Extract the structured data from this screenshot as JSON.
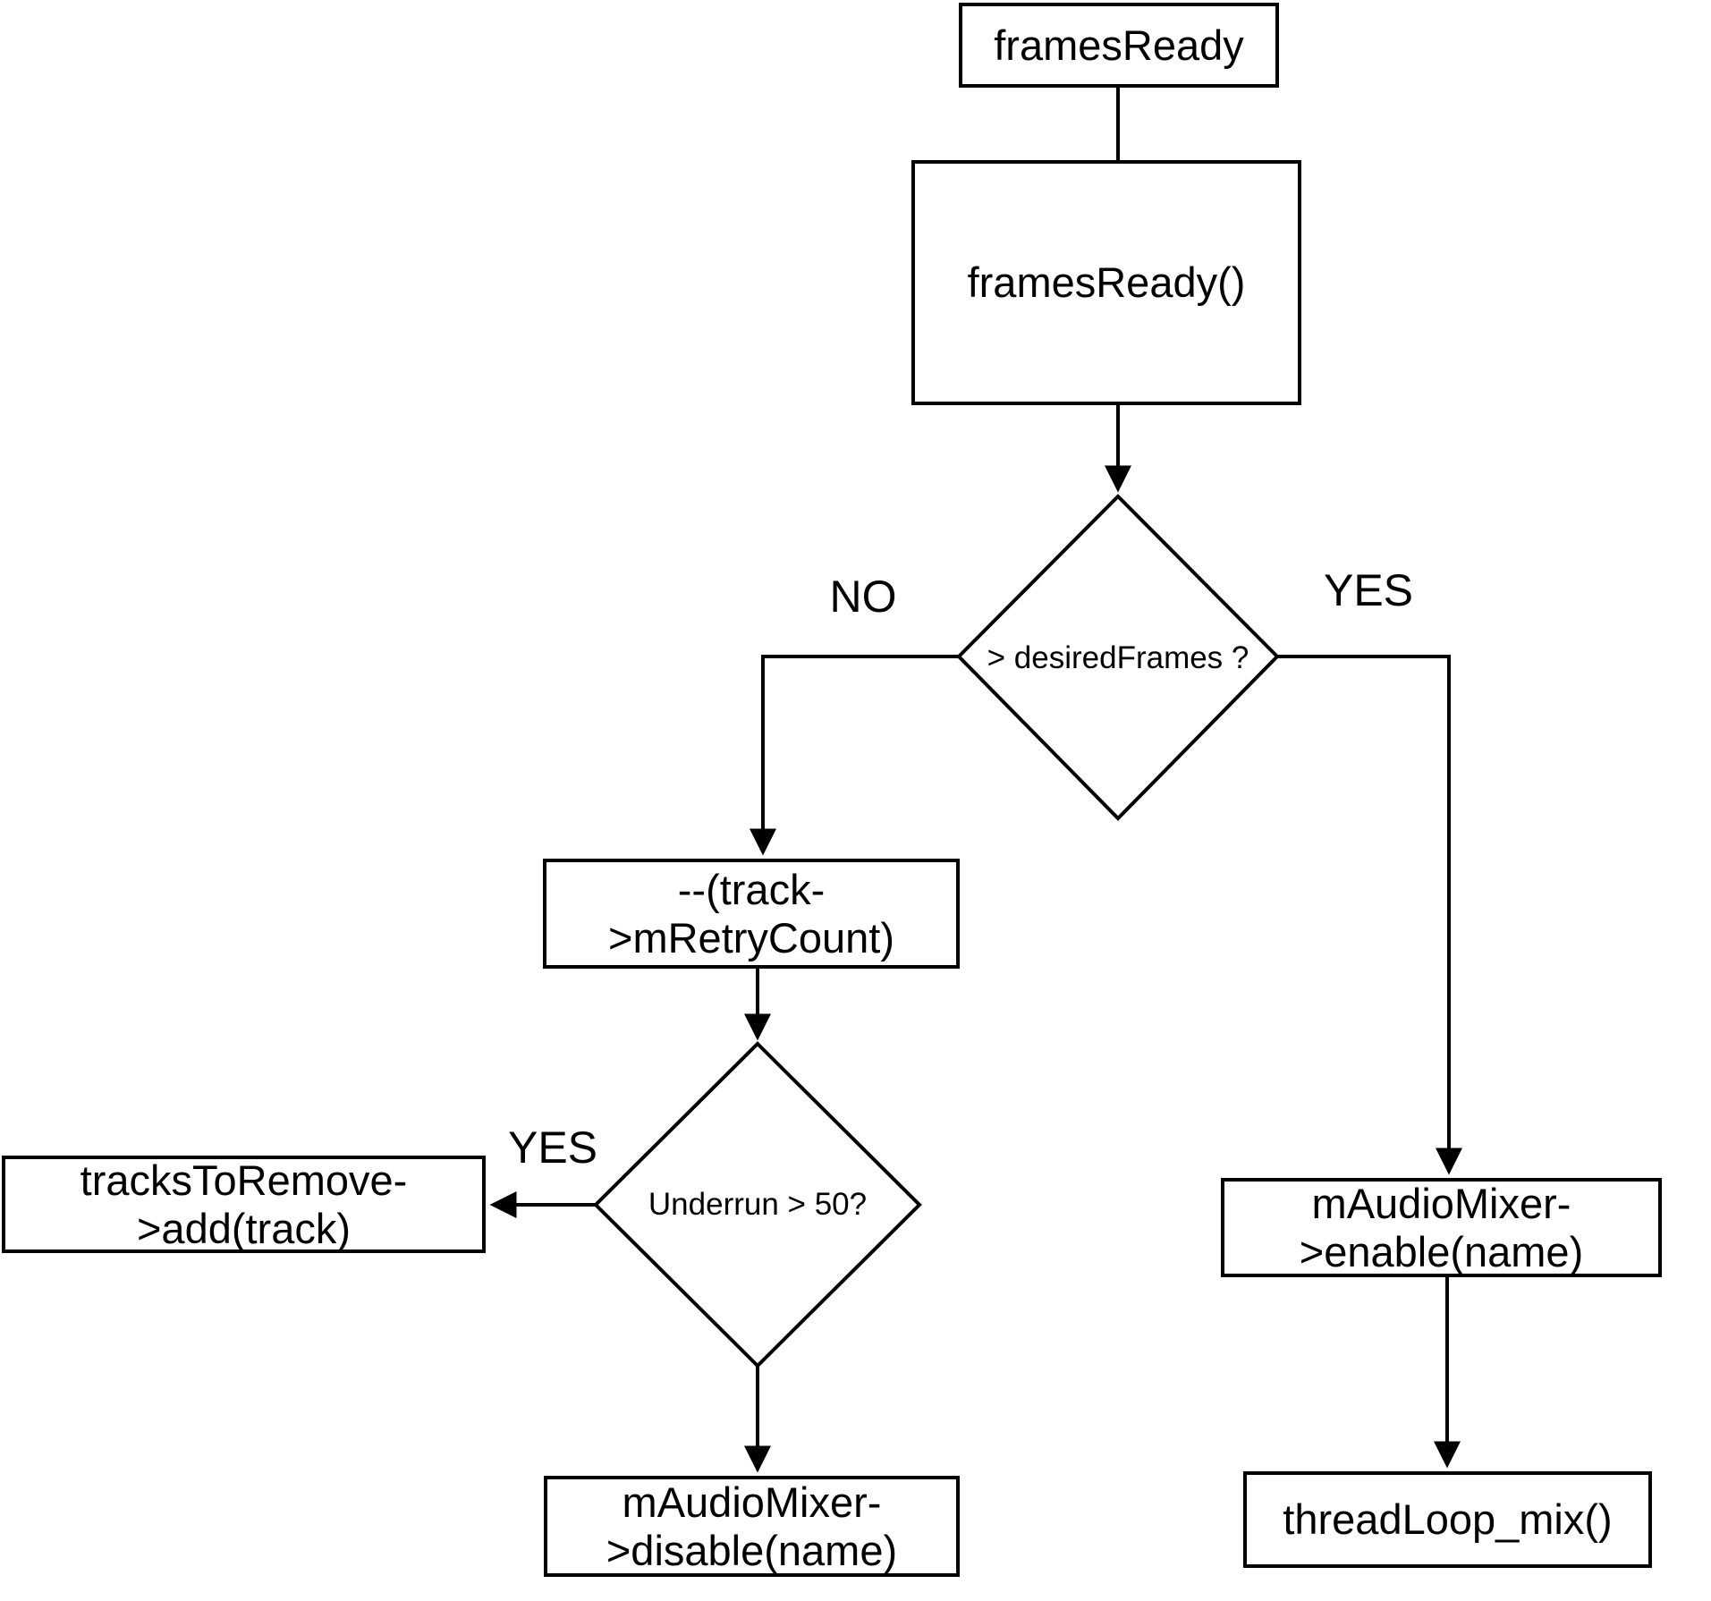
{
  "diagram": {
    "background": "#ffffff",
    "stroke_color": "#000000",
    "nodes": {
      "frames_ready": {
        "label": "framesReady"
      },
      "frames_ready_fn": {
        "label": "framesReady()"
      },
      "desired_frames_decision": {
        "label": "> desiredFrames ?"
      },
      "retry_count": {
        "line1": "--(track-",
        "line2": ">mRetryCount)"
      },
      "underrun_decision": {
        "label": "Underrun > 50?"
      },
      "tracks_to_remove": {
        "line1": "tracksToRemove-",
        "line2": ">add(track)"
      },
      "mixer_disable": {
        "line1": "mAudioMixer-",
        "line2": ">disable(name)"
      },
      "mixer_enable": {
        "line1": "mAudioMixer-",
        "line2": ">enable(name)"
      },
      "thread_loop_mix": {
        "label": "threadLoop_mix()"
      }
    },
    "branch_labels": {
      "desired_no": "NO",
      "desired_yes": "YES",
      "underrun_yes": "YES"
    }
  }
}
